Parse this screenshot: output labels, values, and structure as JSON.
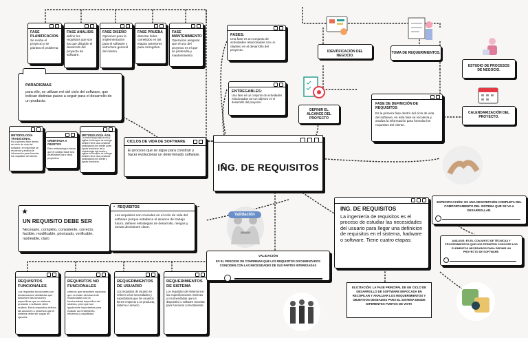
{
  "fases_cards": [
    {
      "title": "FASE PLANIFICACION",
      "body": "Se recibe el proyecto y se plantea el problema"
    },
    {
      "title": "FASE ANALISIS",
      "body": "definir los requisitos que son los que dirigirán el desarrollo del proyecto de software."
    },
    {
      "title": "FASE DISEÑO",
      "body": "Opciones para la implementación para el software y estructura general del mismo."
    },
    {
      "title": "FASE PRUEBA",
      "body": "detectar fallos cometidos en las etapas anteriores para corregirlos."
    },
    {
      "title": "FASE MANTENIMIENTO",
      "body": "Operación asegurar que el uso del proyecto es el que se pretendía y mantenimiento"
    }
  ],
  "fases_box": {
    "title": "FASES:",
    "body": "Una fase es un conjunto de actividades relacionadas con un objetivo en el desarrollo del proyecto."
  },
  "entregables_box": {
    "title": "ENTREGABLES:",
    "body": "Una fase es un conjunto de actividades relacionadas con un objetivo en el desarrollo del proyecto."
  },
  "paradigmas": {
    "title": "PARADIGMAS",
    "body": "para ello, se utilizan mé del ciclo del software, que indican distintas pasos a seguir para el desarrollo de un producto."
  },
  "metodologias": [
    {
      "title": "METODOLOGÍA TRADICIONAL",
      "body": "Es la primera fase dentro del ciclo de vida del software, en esta fase se recolecta y analiza la información para formular los requisitos del cliente."
    },
    {
      "title": "ORIENTADA A OBJETOS",
      "body": "Esta metodología busca que el código base sea reutilizable para otros proyectos"
    },
    {
      "title": "METODOLOGÍA ÁGIL",
      "body": "La metodología ágil acorta y agiliza los tiempos de entrega también tiene una constante participación del cliente quien ayuda resolución de la metodología ágil acorta y agiliza los tiempos de entrega también tiene una constante participación del cliente y ayuda resolución."
    }
  ],
  "ciclos": {
    "title": "CICLOS DE VIDA DE SOFTWARE",
    "body": "El proceso que se sigue para construir y hacer evolucionar un determinado software."
  },
  "center_title": "ING. DE REQUISITOS",
  "requisitos": {
    "title": "REQUISITOS",
    "body": "Los requisitos son cruciales en el ciclo de vida del software porque establece el alcance de trabajo futuro, definen estrategias de desarrollo, riesgos y tomas decisiones clave."
  },
  "un_requisito": {
    "title": "UN REQUISITO DEBE SER",
    "body": "Necesario, completo, consistente, correcto, factible, modificable, priorizado, verificable, rastreable, claro"
  },
  "requisitos_tipos": [
    {
      "title": "REQUISITOS FUNCIONALES",
      "body": "Los requisitos funcionales son declaraciones detalladas que describen las funciones específicas que un sistema, producto o software debe realizar. Estos requisitos definen las acciones o procesos que el sistema debe ser capaz de ejecutar"
    },
    {
      "title": "REQUISITOS NO FUNCIONALES",
      "body": "criterios que describen aspectos que no están directamente relacionados con la funcionalidad específica del sistema, pero que son igualmente importantes para evaluar su rendimiento, eficiencia y usabilidad."
    },
    {
      "title": "REQUERIMIENTOS DE USUARIO",
      "body": "Los requisitos de usuario se refieren a las necesidades y expectativas que los usuarios tienen respecto a un producto, sistema o servicio."
    },
    {
      "title": "REQUERIMIENTOS DE SISTEMA",
      "body": "Los requisitos del sistema son las especificaciones mínimas y recomendadas que un dispositivo o software necesita para funcionar correctamente."
    }
  ],
  "validacion_badge": "Validación",
  "validacion": {
    "title": "VALIDACIÓN",
    "body": "ES EL PROCESO DE CONFIRMAR QUE LOS REQUISITOS DOCUMENTADOS COINCIDEN CON LAS NECESIDADES DE SUS PARTES INTERESADAS"
  },
  "ing_def": {
    "title": "ING. DE REQUISITOS",
    "body": "La ingeniería de requisitos es el proceso de estudiar las necesidades del usuario para llegar una definicion de requisitos en el sistema, hadware o software. Tiene cuatro etapas:"
  },
  "elicitacion": {
    "body": "ELICITACIÓN: LA FASE PRINCIPAL DE UN CICLO DE DESARROLLO DE SOFTWARE ENFOCADA EN RECOPILAR Y ANALIZAR LOS REQUERIMIENTOS Y OBJETIVOS DESEADOS PARA EL SISTEMA DESDE DIFERENTES PUNTOS DE VISTA"
  },
  "especificacion": {
    "body": "ESPECIFICACIÓN: ES UNA DESCRIPCIÓN COMPLETA DEL COMPORTAMIENTO DEL SISTEMA QUE SE VA A DESARROLLAR."
  },
  "analisis": {
    "body": "ANÁLISIS: ES EL CONJUNTO DE TÉCNICAS Y PROCEDIMIENTOS QUE NOS PERMITEN CONOCER LOS ELEMENTOS NECESARIOS PARA DEFINIR UN PROYECTO DE SOFTWARE."
  },
  "fase_definicion": {
    "title": "FASE DE DEFINICIÓN DE REQUISITOS",
    "body": "Es la primera fase dentro del ciclo de vida del software, en esta fase se recolecta y analiza la información para formular los requisitos del cliente."
  },
  "labels": {
    "identificacion": "IDENTIFICACIÓN DEL NEGOCIO.",
    "toma": "TOMA DE REQUERIMIENTOS.",
    "estudio": "ESTUDIO DE PROCESOS DE NEGOCIO.",
    "calendarizacion": "CALENDARIZACIÓN DEL PROYECTO.",
    "definir_alcance": "DEFINIR EL ALCANCE DEL PROYECTO"
  }
}
